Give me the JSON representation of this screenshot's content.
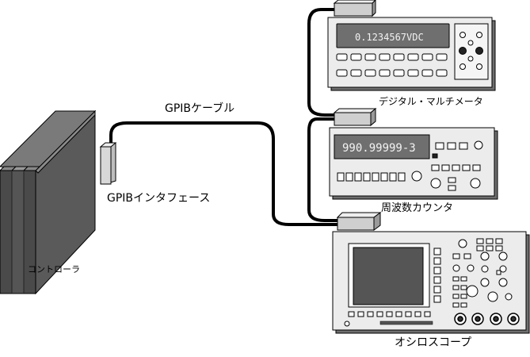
{
  "labels": {
    "gpib_cable": "GPIBケーブル",
    "gpib_interface": "GPIBインタフェース",
    "controller": "コントローラ",
    "multimeter": "デジタル・マルチメータ",
    "frequency_counter": "周波数カウンタ",
    "oscilloscope": "オシロスコープ"
  },
  "displays": {
    "multimeter_reading": "0.1234567VDC",
    "counter_reading": "990.99999-3"
  },
  "colors": {
    "line": "#000000",
    "panel_fill": "#ececec",
    "device_shadow": "#6e6e6e",
    "lcd_fill": "#6f6f6f",
    "controller_dark": "#5a5a5a",
    "scope_screen": "#555555"
  }
}
